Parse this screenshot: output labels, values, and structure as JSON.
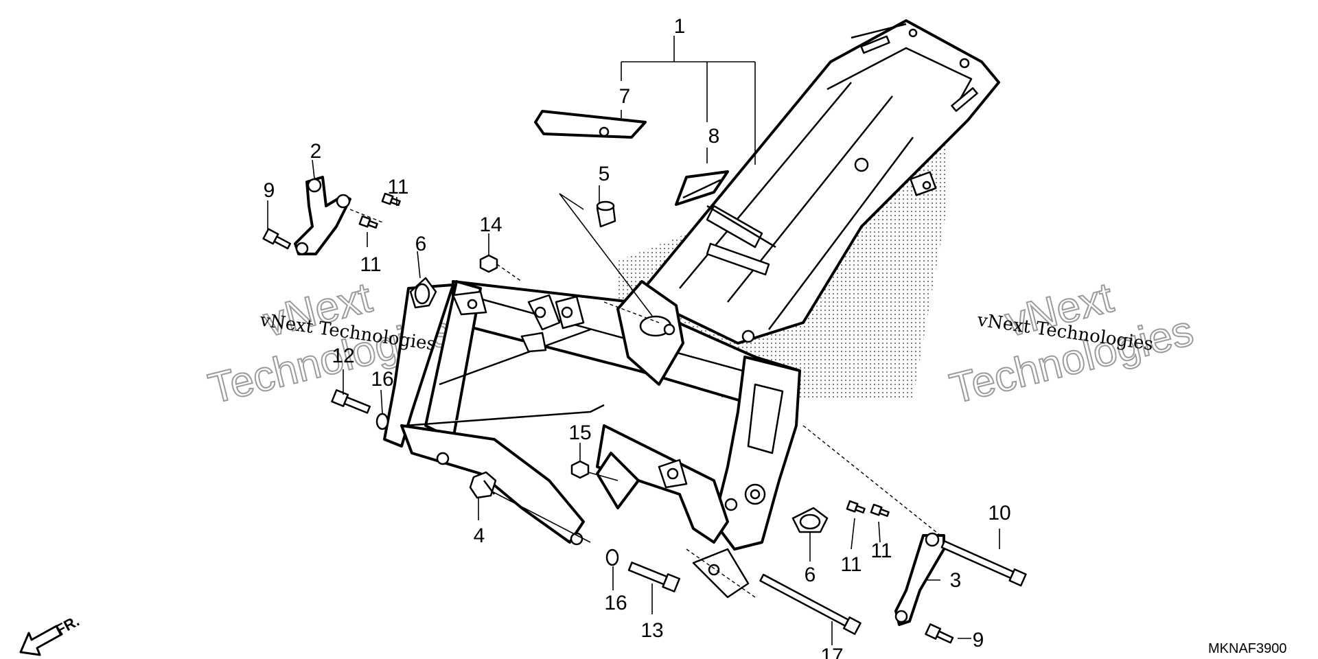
{
  "diagram": {
    "part_numbers": [
      "1",
      "2",
      "3",
      "4",
      "5",
      "6",
      "6",
      "7",
      "8",
      "9",
      "9",
      "10",
      "11",
      "11",
      "11",
      "11",
      "12",
      "13",
      "14",
      "15",
      "16",
      "16",
      "17"
    ],
    "watermark_text": "vNext Technologies",
    "watermark_word1": "vNext",
    "watermark_word2": "Technologies",
    "diagram_code": "MKNAF3900",
    "direction_label": "FR."
  }
}
